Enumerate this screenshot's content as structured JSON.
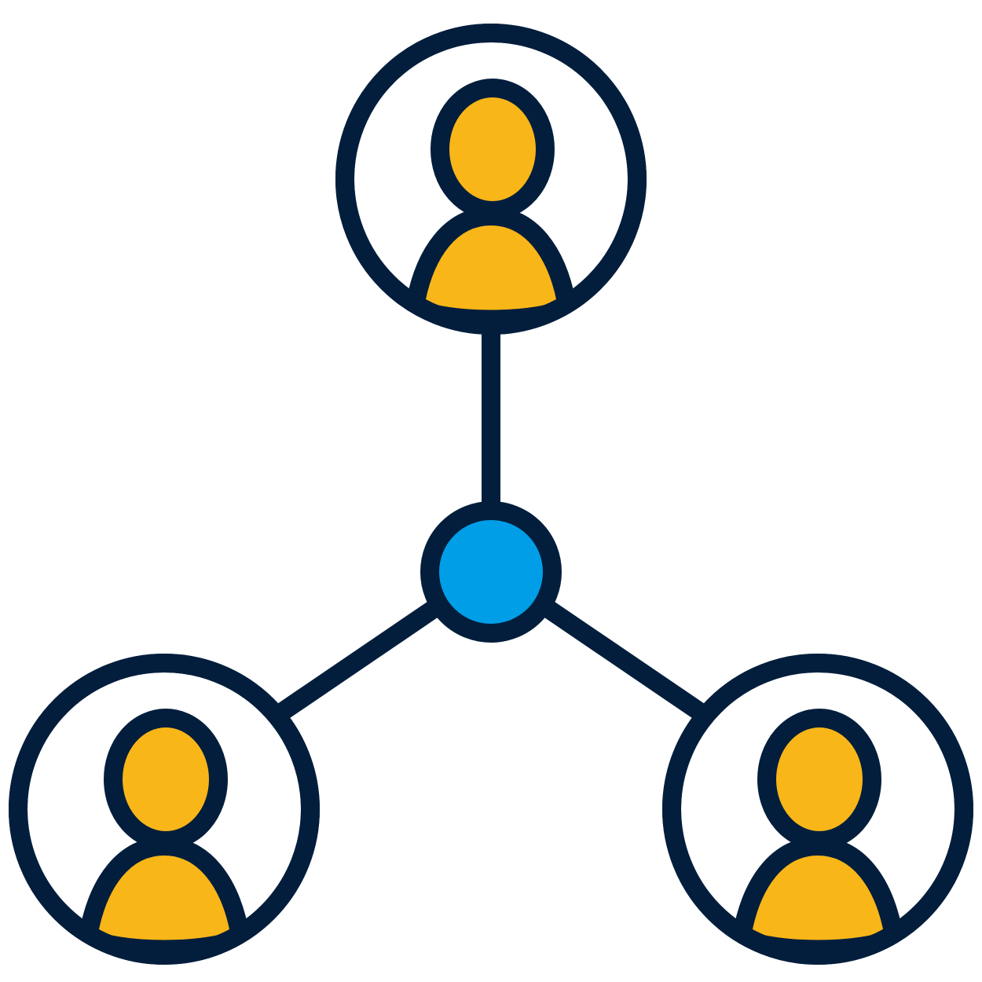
{
  "diagram": {
    "type": "hub-and-spoke network",
    "hub": {
      "icon": "hub-node-icon"
    },
    "nodes": [
      {
        "id": "top",
        "icon": "user-icon"
      },
      {
        "id": "bottom-left",
        "icon": "user-icon"
      },
      {
        "id": "bottom-right",
        "icon": "user-icon"
      }
    ],
    "connections": [
      {
        "from": "hub",
        "to": "top"
      },
      {
        "from": "hub",
        "to": "bottom-left"
      },
      {
        "from": "hub",
        "to": "bottom-right"
      }
    ]
  },
  "colors": {
    "outline": "#031e3c",
    "person_fill": "#f8b618",
    "hub_fill": "#009ee7",
    "background": "#ffffff"
  }
}
